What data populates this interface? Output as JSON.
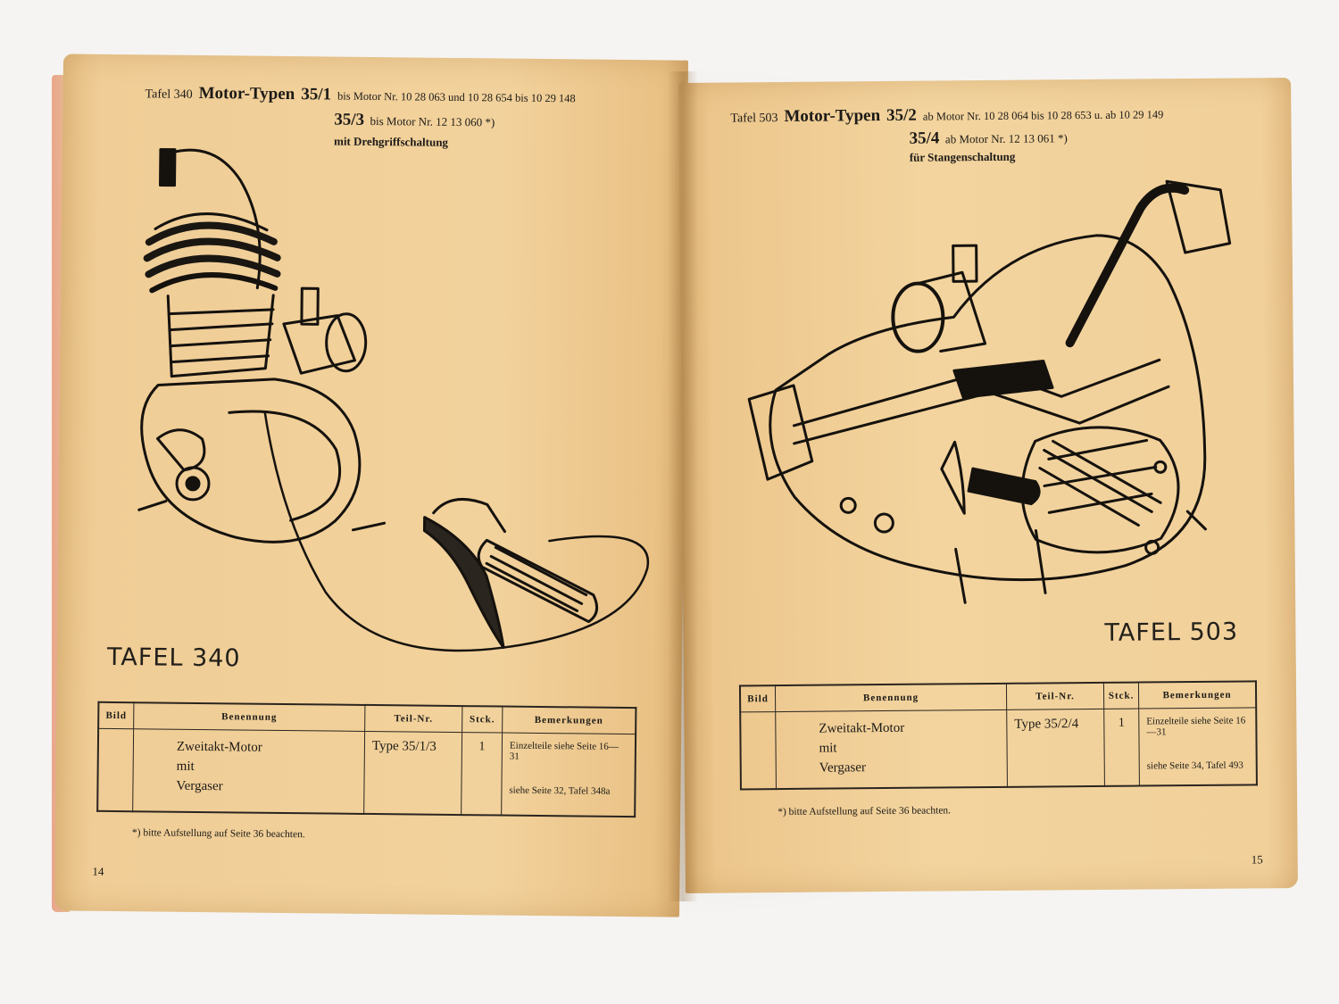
{
  "left_page": {
    "header": {
      "tafel_label": "Tafel 340",
      "motor_title": "Motor-Typen",
      "type1": "35/1",
      "type1_range": "bis Motor Nr. 10 28 063 und 10 28 654 bis 10 29 148",
      "type2": "35/3",
      "type2_range": "bis Motor Nr. 12 13 060 *)",
      "subtitle": "mit Drehgriffschaltung"
    },
    "figure_label": "TAFEL 340",
    "table": {
      "headers": [
        "Bild",
        "Benennung",
        "Teil-Nr.",
        "Stck.",
        "Bemerkungen"
      ],
      "row": {
        "bild": "",
        "benennung": [
          "Zweitakt-Motor",
          "mit",
          "Vergaser"
        ],
        "teil_nr": "Type 35/1/3",
        "stck": "1",
        "bemerkungen_1": "Einzelteile siehe Seite 16—31",
        "bemerkungen_2": "siehe Seite 32, Tafel 348a"
      }
    },
    "footnote": "*) bitte Aufstellung auf Seite 36 beachten.",
    "page_number": "14"
  },
  "right_page": {
    "header": {
      "tafel_label": "Tafel 503",
      "motor_title": "Motor-Typen",
      "type1": "35/2",
      "type1_range": "ab Motor Nr. 10 28 064 bis 10 28 653 u. ab 10 29 149",
      "type2": "35/4",
      "type2_range": "ab Motor Nr. 12 13 061 *)",
      "subtitle": "für Stangenschaltung"
    },
    "figure_label": "TAFEL 503",
    "table": {
      "headers": [
        "Bild",
        "Benennung",
        "Teil-Nr.",
        "Stck.",
        "Bemerkungen"
      ],
      "row": {
        "bild": "",
        "benennung": [
          "Zweitakt-Motor",
          "mit",
          "Vergaser"
        ],
        "teil_nr": "Type 35/2/4",
        "stck": "1",
        "bemerkungen_1": "Einzelteile siehe Seite 16—31",
        "bemerkungen_2": "siehe Seite 34, Tafel 493"
      }
    },
    "footnote": "*) bitte Aufstellung auf Seite 36 beachten.",
    "page_number": "15"
  },
  "colors": {
    "paper": "#f1cf98",
    "ink": "#1c1a17",
    "page_edge": "#e9a58c"
  },
  "illustrations": {
    "left": "engine-with-twist-grip-icon",
    "right": "engine-with-rod-shift-icon"
  }
}
